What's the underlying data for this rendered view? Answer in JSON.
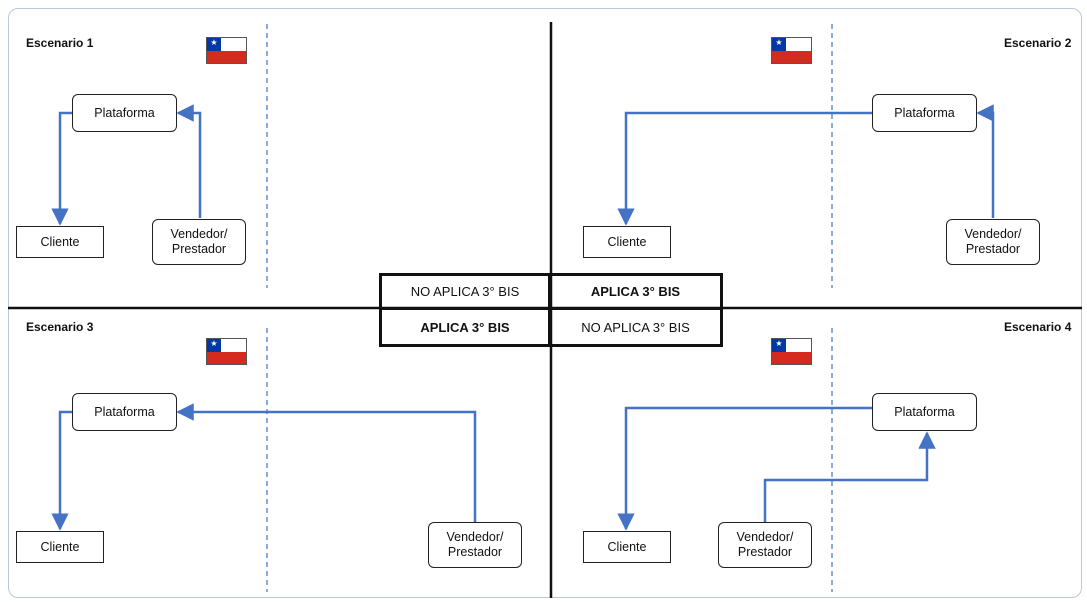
{
  "colors": {
    "arrow": "#4472c4",
    "dashed": "#4472c4",
    "divider": "#111111",
    "flag_red": "#d52b1e",
    "flag_blue": "#0039a6"
  },
  "icons": {
    "flag": "chile-flag-icon"
  },
  "scenarios": [
    {
      "title": "Escenario 1",
      "cliente": "Cliente",
      "plataforma": "Plataforma",
      "vendedor": "Vendedor/\nPrestador"
    },
    {
      "title": "Escenario 2",
      "cliente": "Cliente",
      "plataforma": "Plataforma",
      "vendedor": "Vendedor/\nPrestador"
    },
    {
      "title": "Escenario 3",
      "cliente": "Cliente",
      "plataforma": "Plataforma",
      "vendedor": "Vendedor/\nPrestador"
    },
    {
      "title": "Escenario 4",
      "cliente": "Cliente",
      "plataforma": "Plataforma",
      "vendedor": "Vendedor/\nPrestador"
    }
  ],
  "center_table": {
    "top_left": "NO APLICA 3° BIS",
    "top_right": "APLICA 3° BIS",
    "bottom_left": "APLICA 3° BIS",
    "bottom_right": "NO APLICA 3° BIS"
  }
}
